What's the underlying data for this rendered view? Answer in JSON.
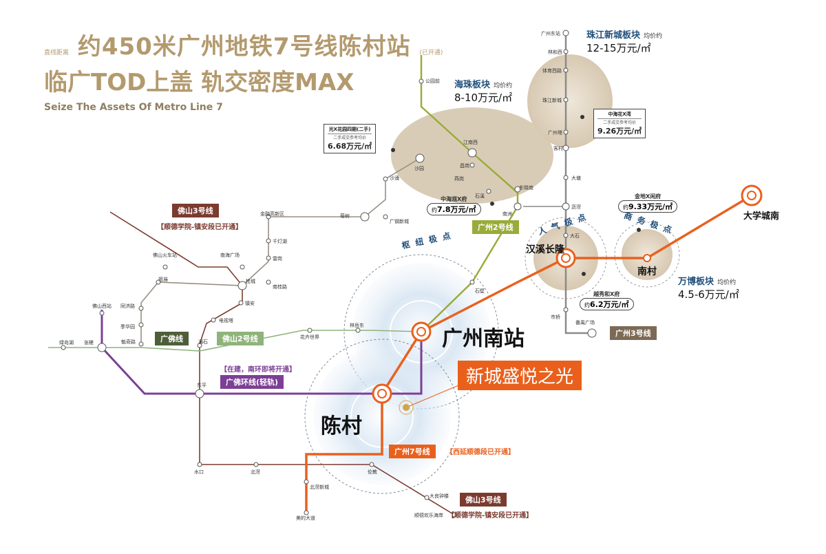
{
  "header": {
    "line1_prefix": "直线距离",
    "line1": "约450米广州地铁7号线陈村站",
    "line1_suffix": "(已开通)",
    "line2": "临广TOD上盖 轨交密度MAX",
    "line3": "Seize The Assets Of Metro Line 7"
  },
  "colors": {
    "line7": "#e9601d",
    "gf_ring": "#7b3f95",
    "line2": "#9aab3b",
    "line3": "#7d5a3c",
    "foshan3": "#7b3b2f",
    "guangfo": "#8fb37a",
    "gray": "#8a8a8a",
    "area": "#d8cbb6"
  },
  "areas": {
    "haizhu": {
      "title": "海珠板块",
      "sub": "均价约",
      "price": "8-10万元/㎡"
    },
    "zhujiang": {
      "title": "珠江新城板块",
      "sub": "均价约",
      "price": "12-15万元/㎡"
    },
    "wanbo": {
      "title": "万博板块",
      "sub": "均价约",
      "price": "4.5-6万元/㎡"
    }
  },
  "callouts": {
    "guangx": {
      "t": "光X花园四期(二手)",
      "s": "二手成交参考均价",
      "p": "6.68万元/㎡"
    },
    "zhonghai_x": {
      "t": "中海花X湾",
      "s": "二手成交参考均价",
      "p": "9.26万元/㎡"
    },
    "zhonghaiguan": {
      "t": "中海观X府",
      "pre": "约",
      "p": "7.8万元/㎡"
    },
    "jindi": {
      "t": "金地X闲府",
      "pre": "约",
      "p": "9.33万元/㎡"
    },
    "yuexiu": {
      "t": "越秀和X府",
      "pre": "约",
      "p": "6.2万元/㎡"
    }
  },
  "hubs": {
    "shuniu": "枢纽极点",
    "renqi": "人气极点",
    "shangwu": "商务极点"
  },
  "big_labels": {
    "guangzhou_south": "广州南站",
    "chencun": "陈村",
    "hanxi": "汉溪长隆",
    "nancun": "南村",
    "daxuecheng": "大学城南"
  },
  "project": "新城盛悦之光",
  "tags": {
    "foshan3_top": "佛山3号线",
    "foshan3_top_note": "【顺德学院-镇安段已开通】",
    "guangfo": "广佛线",
    "foshan2": "佛山2号线",
    "ring_note": "【在建，南环即将开通】",
    "ring": "广佛环线(轻轨)",
    "gz2": "广州2号线",
    "gz3": "广州3号线",
    "gz7": "广州7号线",
    "gz7_note": "【西延顺德段已开通】",
    "foshan3_bottom": "佛山3号线",
    "foshan3_bottom_note": "【顺德学院-镇安段已开通】"
  },
  "stations": {
    "gz_east": "广州东站",
    "linhexi": "林和西",
    "tiyuxilu": "体育西路",
    "zhujiangxincheng": "珠江新城",
    "guangzhouta": "广州塔",
    "kecun": "客村",
    "datang": "大塘",
    "lijiao": "沥滘",
    "dashi": "大石",
    "shiqiao": "市桥",
    "panyuguangchang": "番禺广场",
    "gongyuanqian": "公园前",
    "jiangnanxi": "江南西",
    "changgang": "昌岗",
    "shayuan": "沙园",
    "yanggang": "燕岗",
    "shixi": "石溪",
    "dongxiaonan": "东晓南",
    "nanzhou": "南洲",
    "shachong": "沙涌",
    "guangzhouxincheng": "广钢新城",
    "jushu": "菊树",
    "jinrong": "金融高新区",
    "qiandenghu": "千灯湖",
    "leigang": "雷岗",
    "nanguilu": "南桂路",
    "guicheng": "桂城",
    "nanhaiguangchang": "南海广场",
    "foshanhuochezhan": "佛山火车站",
    "zudian": "祖庙",
    "tongjilu": "同济路",
    "jihuayuan": "季华园",
    "kuiqilu": "魁奇路",
    "foshanxizhan": "佛山西站",
    "zhangcha": "张槎",
    "lvdaohu": "绿岛湖",
    "zhenan": "镇安",
    "dianshita": "电视塔",
    "lanshi": "澜石",
    "huaerxinjie": "花卉世界",
    "linyuedong": "林岳东",
    "shibi": "石壁",
    "dongping": "东平",
    "shuikou": "水口",
    "beijiao": "北滘",
    "lunjiao": "伦教",
    "beijiaoxincheng": "北滘新城",
    "meidedadao": "美的大道",
    "dalianglouxu": "大良钟楼",
    "shundexuexuan": "顺德欢乐海岸"
  }
}
